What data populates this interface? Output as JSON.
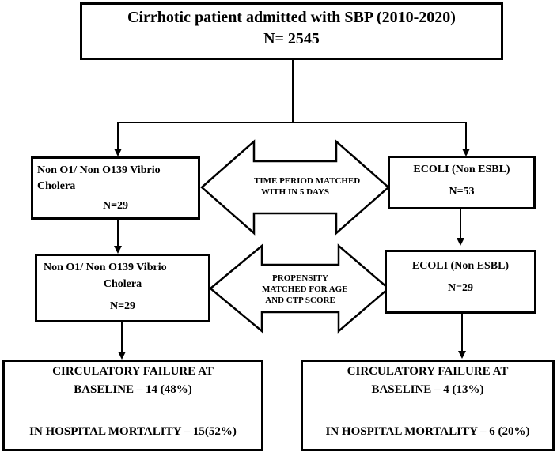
{
  "top": {
    "title": "Cirrhotic patient admitted with SBP (2010-2020)",
    "n": "N= 2545"
  },
  "left1": {
    "line1": "Non O1/ Non O139 Vibrio",
    "line2": "Cholera",
    "n": "N=29"
  },
  "right1": {
    "line1": "ECOLI (Non ESBL)",
    "n": "N=53"
  },
  "arrow1": {
    "line1": "TIME PERIOD MATCHED",
    "line2": "WITH IN 5 DAYS"
  },
  "left2": {
    "line1": "Non O1/ Non O139 Vibrio",
    "line2": "Cholera",
    "n": "N=29"
  },
  "right2": {
    "line1": "ECOLI (Non ESBL)",
    "n": "N=29"
  },
  "arrow2": {
    "line1": "PROPENSITY",
    "line2": "MATCHED FOR AGE",
    "line3": "AND CTP SCORE"
  },
  "left3": {
    "line1": "CIRCULATORY FAILURE AT",
    "line2": "BASELINE – 14 (48%)",
    "line3": "IN HOSPITAL MORTALITY – 15(52%)"
  },
  "right3": {
    "line1": "CIRCULATORY FAILURE AT",
    "line2": "BASELINE – 4 (13%)",
    "line3": "IN HOSPITAL MORTALITY – 6 (20%)"
  }
}
